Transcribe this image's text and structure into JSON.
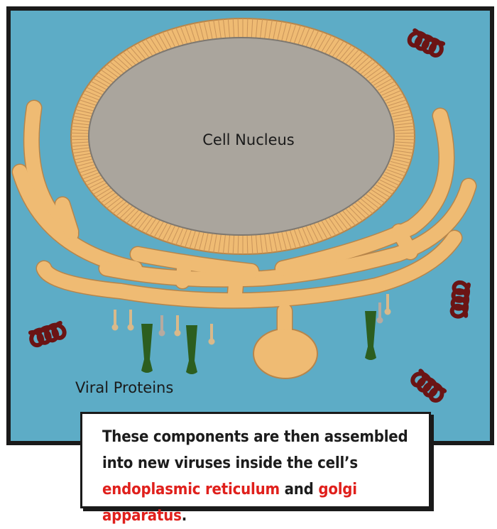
{
  "diagram": {
    "nucleus_label": "Cell Nucleus",
    "viral_proteins_label": "Viral Proteins",
    "colors": {
      "cytoplasm": "#5dacc6",
      "membrane": "#efbb73",
      "membrane_outline": "#b7854a",
      "nucleus": "#aaa59d",
      "protein_dark": "#2c5e1f",
      "protein_light": "#d9b98a",
      "rna": "#6b1414",
      "highlight": "#e0201c"
    }
  },
  "caption": {
    "part1": "These components are then assembled into new viruses inside the cell’s ",
    "term1": "endoplasmic reticulum",
    "part2": " and ",
    "term2": "golgi apparatus",
    "part3": "."
  }
}
